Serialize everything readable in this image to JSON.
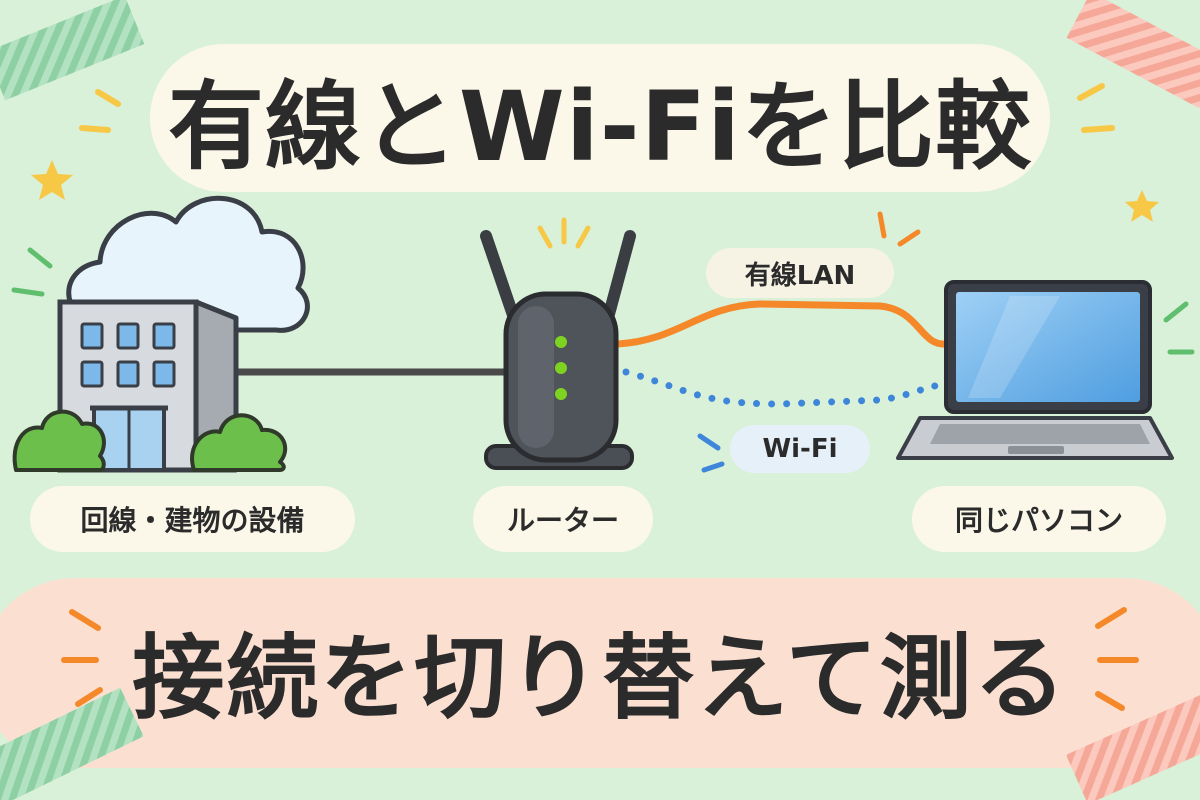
{
  "title": "有線とWi-Fiを比較",
  "connections": {
    "wired_label": "有線LAN",
    "wifi_label": "Wi-Fi"
  },
  "nodes": {
    "building_caption": "回線・建物の設備",
    "router_caption": "ルーター",
    "laptop_caption": "同じパソコン"
  },
  "bottom_caption": "接続を切り替えて測る",
  "colors": {
    "background": "#d9f0d9",
    "bottom_band": "#fbe0d2",
    "wired_cable": "#f5892a",
    "wifi_dots": "#3d86d9",
    "building_cable": "#4a4a4a",
    "router_led": "#7ed321",
    "laptop_screen": "#6fb3ea"
  }
}
